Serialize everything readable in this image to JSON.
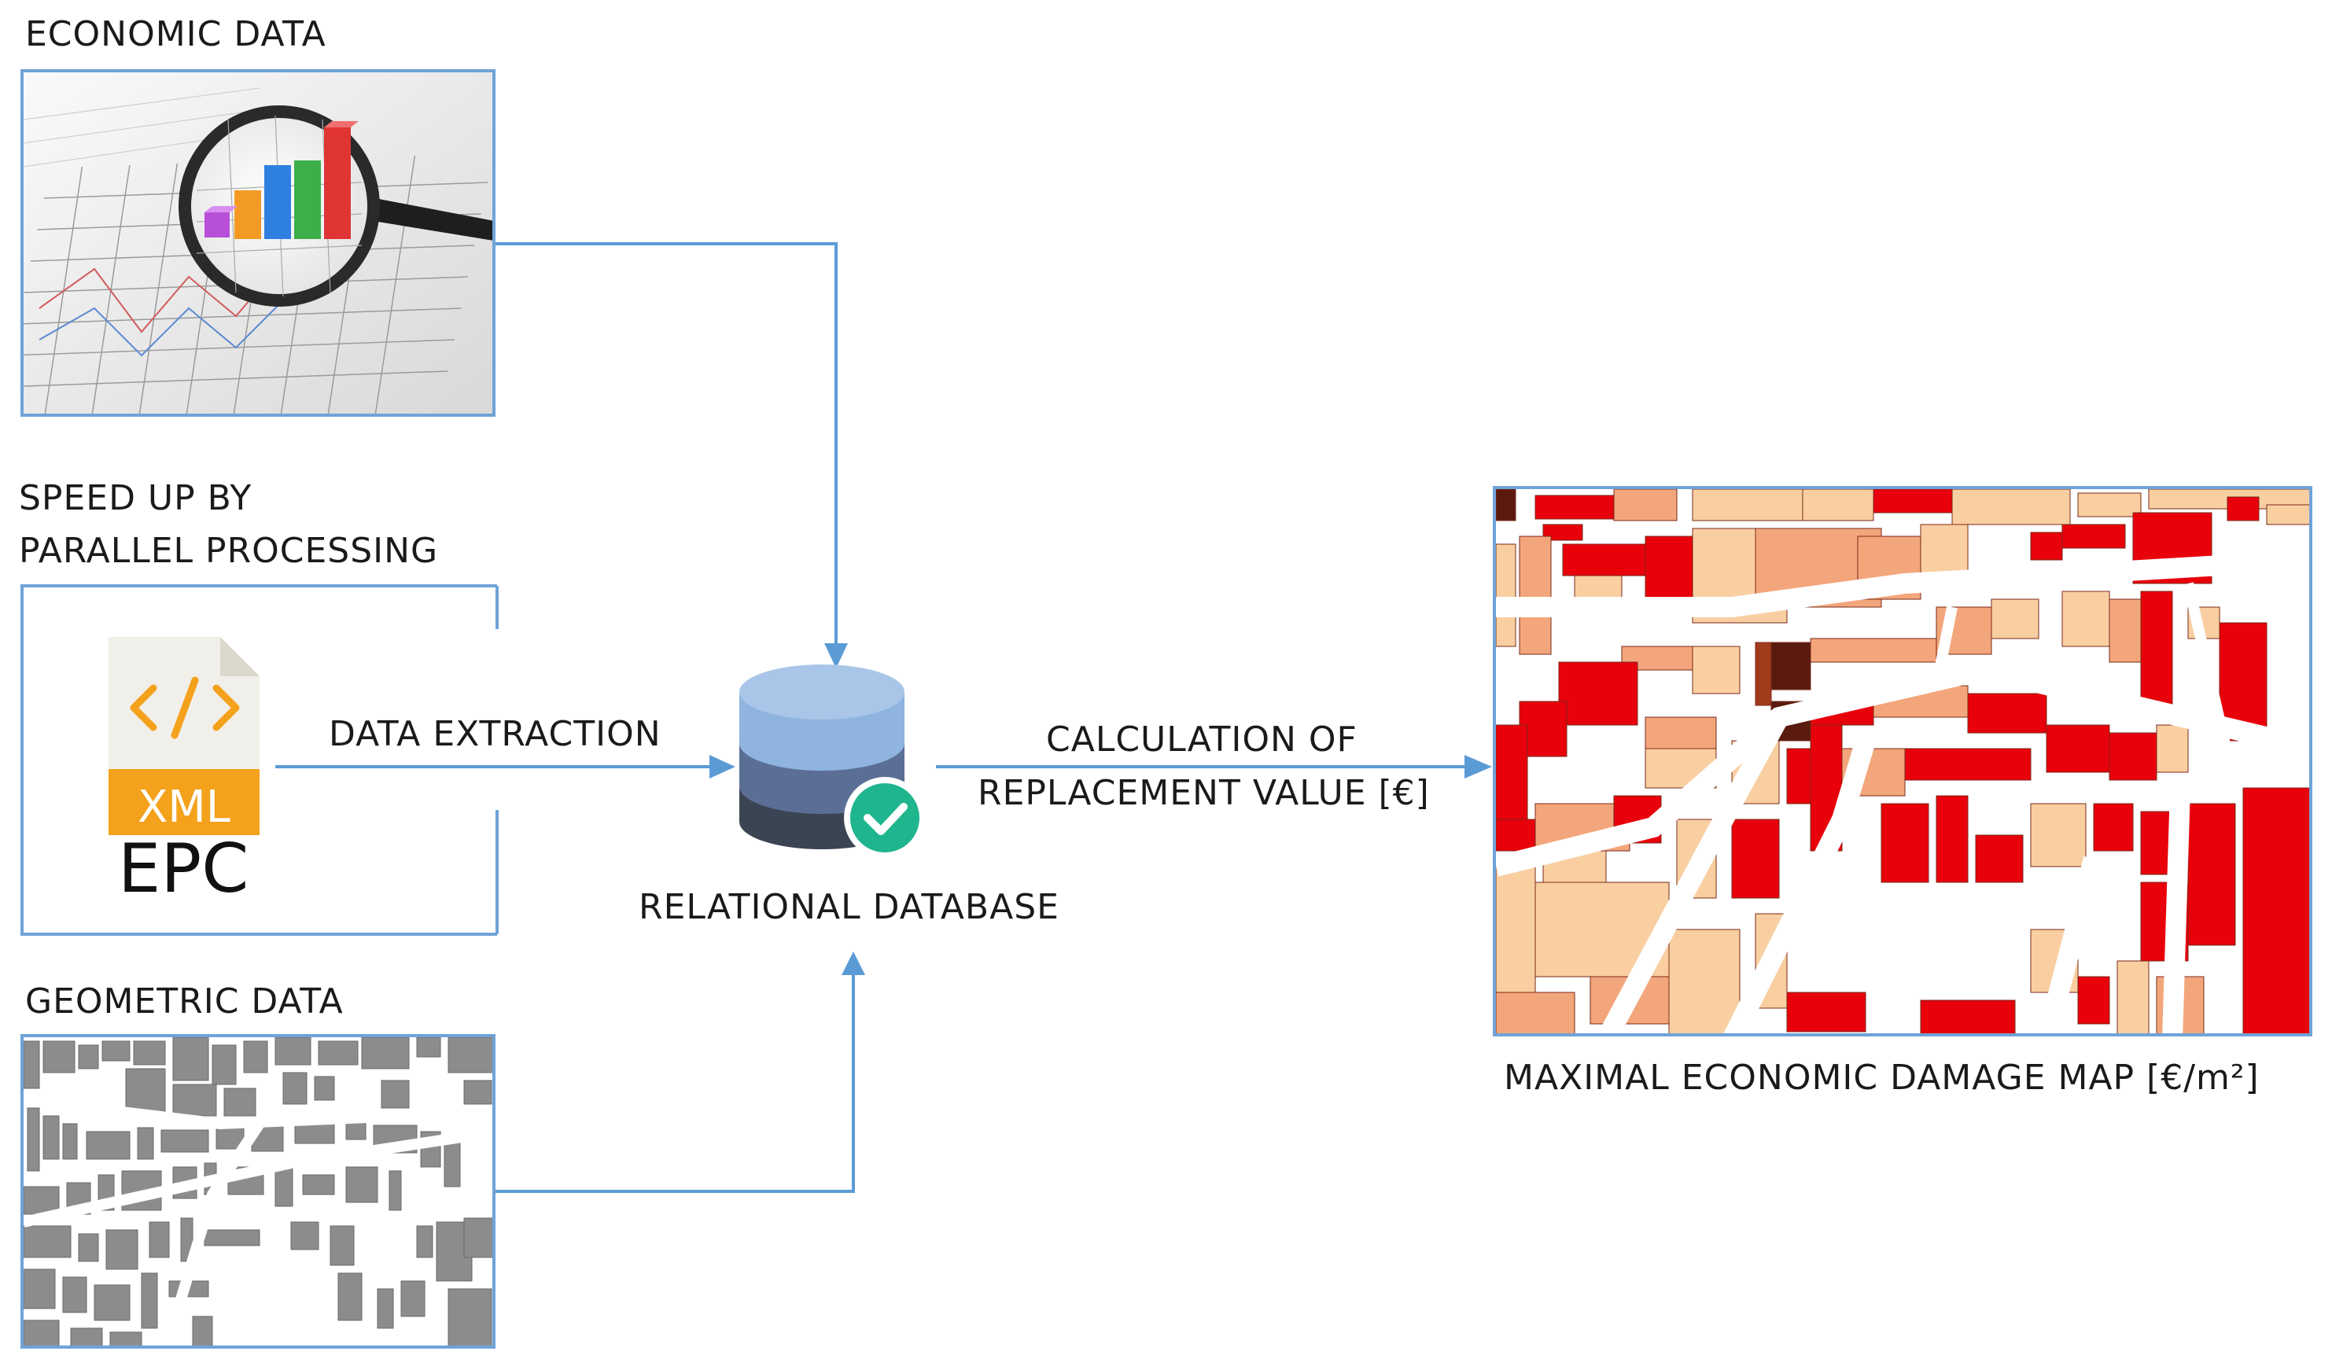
{
  "labels": {
    "economic_data": "ECONOMIC DATA",
    "speed_up_1": "SPEED UP BY",
    "speed_up_2": "PARALLEL  PROCESSING",
    "geometric_data": "GEOMETRIC DATA",
    "data_extraction": "DATA  EXTRACTION",
    "calc_1": "CALCULATION  OF",
    "calc_2": "REPLACEMENT  VALUE  [€]",
    "relational_db": "RELATIONAL  DATABASE",
    "damage_map": "MAXIMAL  ECONOMIC  DAMAGE  MAP [€/m²]"
  },
  "xml_icon": {
    "badge": "XML",
    "code_glyph": "</>",
    "caption": "EPC"
  },
  "colors": {
    "arrow": "#5b9bd5",
    "box_border": "#6fa3d8",
    "xml_orange": "#f4a11c",
    "db_top": "#8fb4df",
    "db_mid": "#5b6f96",
    "db_bottom": "#3b4452",
    "check_green": "#1fb58f",
    "map_red": "#e8000b",
    "map_peach": "#f9cfa2",
    "map_orange": "#f3a67b",
    "map_darkbrown": "#5a1a0e",
    "geom_gray": "#8c8c8c"
  }
}
